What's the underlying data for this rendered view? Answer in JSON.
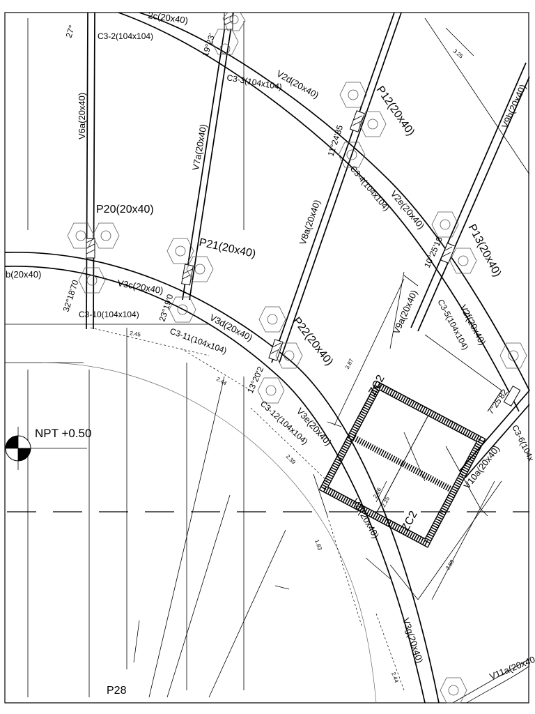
{
  "level_marker": {
    "label": "NPT +0.50"
  },
  "columns": [
    {
      "id": "p20",
      "label": "P20(20x40)"
    },
    {
      "id": "p21",
      "label": "P21(20x40)"
    },
    {
      "id": "p22",
      "label": "P22(20x40)"
    },
    {
      "id": "p12",
      "label": "P12(20x40)"
    },
    {
      "id": "p13",
      "label": "P13(20x40)"
    },
    {
      "id": "p28",
      "label": "P28"
    }
  ],
  "beams": [
    {
      "id": "v6a",
      "label": "V6a(20x40)"
    },
    {
      "id": "v7a",
      "label": "V7a(20x40)"
    },
    {
      "id": "v8a",
      "label": "V8a(20x40)"
    },
    {
      "id": "v9a",
      "label": "V9a(20x40)"
    },
    {
      "id": "v9b",
      "label": "V9b(20x40)"
    },
    {
      "id": "v10a",
      "label": "V10a(20x40)"
    },
    {
      "id": "v11a",
      "label": "V11a(20x40"
    },
    {
      "id": "v2c",
      "label": "2c(20x40)"
    },
    {
      "id": "v2d",
      "label": "V2d(20x40)"
    },
    {
      "id": "v2e",
      "label": "V2e(20x40)"
    },
    {
      "id": "v2f",
      "label": "V2f(20x40)"
    },
    {
      "id": "v3b",
      "label": "b(20x40)"
    },
    {
      "id": "v3c",
      "label": "V3c(20x40)"
    },
    {
      "id": "v3d",
      "label": "V3d(20x40)"
    },
    {
      "id": "v3e",
      "label": "V3e(20x40)"
    },
    {
      "id": "v3f",
      "label": "V3f(20x40)"
    },
    {
      "id": "v3g",
      "label": "V3g(20x40)"
    }
  ],
  "pile_caps": [
    {
      "id": "c3-2",
      "label": "C3-2(104x104)"
    },
    {
      "id": "c3-3",
      "label": "C3-3(104x104)"
    },
    {
      "id": "c3-4",
      "label": "C3-4(104x104)"
    },
    {
      "id": "c3-5",
      "label": "C3-5(104x104)"
    },
    {
      "id": "c3-6",
      "label": "C3-6(104x"
    },
    {
      "id": "c3-10",
      "label": "C3-10(104x104)"
    },
    {
      "id": "c3-11",
      "label": "C3-11(104x104)"
    },
    {
      "id": "c3-12",
      "label": "C3-12(104x104)"
    }
  ],
  "angles": [
    {
      "id": "a27",
      "label": "27°"
    },
    {
      "id": "a19",
      "label": "19°23'"
    },
    {
      "id": "a11",
      "label": "11°24'85"
    },
    {
      "id": "a10",
      "label": "10°25'18"
    },
    {
      "id": "a32",
      "label": "32°18'70"
    },
    {
      "id": "a23",
      "label": "23°19'0"
    },
    {
      "id": "a13",
      "label": "13°20'2"
    },
    {
      "id": "a7",
      "label": "7°25'82"
    }
  ],
  "shafts": [
    {
      "id": "zc2-top",
      "label": "ZC2"
    },
    {
      "id": "zc2-bottom",
      "label": "ZC2"
    }
  ],
  "dimensions": [
    {
      "id": "d325",
      "label": "3.25"
    },
    {
      "id": "d245",
      "label": "2.45"
    },
    {
      "id": "d244a",
      "label": "2.44"
    },
    {
      "id": "d387",
      "label": "3.87"
    },
    {
      "id": "d239",
      "label": "2.39"
    },
    {
      "id": "d226",
      "label": "2.26"
    },
    {
      "id": "d225",
      "label": "2.25"
    },
    {
      "id": "d183",
      "label": "1.83"
    },
    {
      "id": "d188",
      "label": "3.88"
    },
    {
      "id": "d244b",
      "label": "2.44"
    }
  ]
}
